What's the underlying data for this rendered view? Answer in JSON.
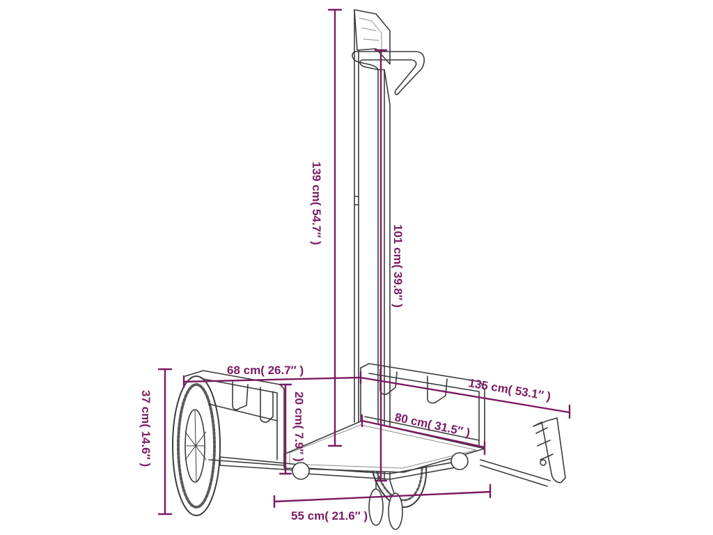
{
  "colors": {
    "dimension": "#7b1a63",
    "outline": "#3a3a3a",
    "fill": "#ffffff",
    "accent_fill": "#9a9a9a"
  },
  "dimensions": {
    "total_height": "139 cm( 54.7″ )",
    "handle_height": "101 cm( 39.8″ )",
    "body_width": "68 cm( 26.7″ )",
    "total_length": "135 cm( 53.1″ )",
    "inner_length": "80 cm( 31.5″ )",
    "inner_depth": "20 cm( 7.9″ )",
    "wheel_height": "37 cm( 14.6″ )",
    "inner_width": "55 cm( 21.6″ )"
  }
}
